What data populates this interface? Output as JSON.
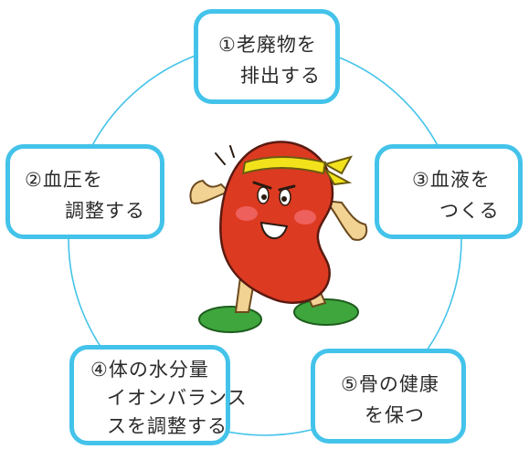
{
  "diagram": {
    "accent_color": "#44c3ea",
    "boxes": [
      {
        "lines": [
          "①老廃物を",
          "排出する"
        ]
      },
      {
        "lines": [
          "②血圧を",
          "調整する"
        ]
      },
      {
        "lines": [
          "③血液を",
          "つくる"
        ]
      },
      {
        "lines": [
          "④体の水分量",
          "イオンバランス",
          "スを調整する"
        ]
      },
      {
        "lines": [
          "⑤骨の健康",
          "を保つ"
        ]
      }
    ],
    "mascot": {
      "icon": "kidney-mascot-icon",
      "headband_color": "#f2e21c",
      "body_color": "#dd3a22",
      "shoe_color": "#3ea63c"
    }
  }
}
